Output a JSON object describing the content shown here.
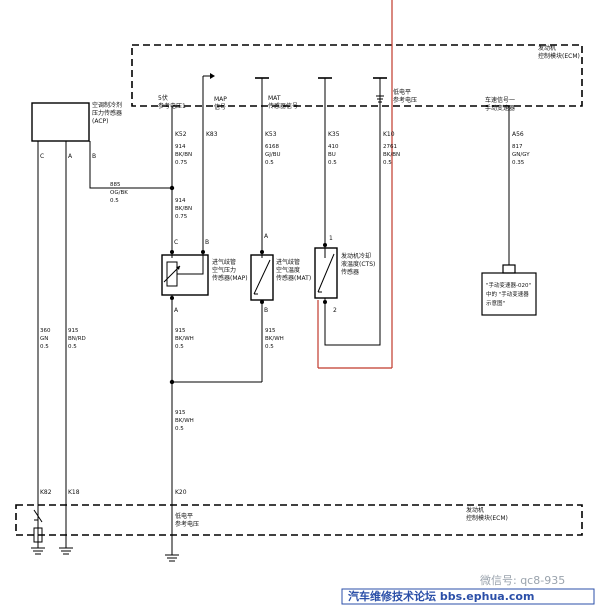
{
  "ecm_top": {
    "line1": "发动机",
    "line2": "控制模块(ECM)"
  },
  "ecm_bottom": {
    "line1": "发动机",
    "line2": "控制模块(ECM)"
  },
  "acp": {
    "line1": "空调制冷剂",
    "line2": "压力传感器",
    "line3": "(ACP)",
    "pin_c": "C",
    "pin_a": "A",
    "pin_b": "B"
  },
  "ref5v": {
    "line1": "5伏",
    "line2": "参考电压1"
  },
  "map_signal": {
    "line1": "MAP",
    "line2": "信号"
  },
  "mat_signal": {
    "line1": "MAT",
    "line2": "传感器信号"
  },
  "low_ref_top": {
    "line1": "低电平",
    "line2": "参考电压"
  },
  "vss": {
    "line1": "车速信号一",
    "line2": "手动变速器"
  },
  "pins_top": {
    "k52": "K52",
    "k83": "K83",
    "k53": "K53",
    "k35": "K35",
    "k10": "K10",
    "a56": "A56"
  },
  "wire_914_top": {
    "num": "914",
    "color": "BK/BN",
    "size": "0.75"
  },
  "wire_6168": {
    "num": "6168",
    "color": "GJ/BU",
    "size": "0.5"
  },
  "wire_410": {
    "num": "410",
    "color": "BU",
    "size": "0.5"
  },
  "wire_2761": {
    "num": "2761",
    "color": "BK/BN",
    "size": "0.5"
  },
  "wire_817": {
    "num": "817",
    "color": "GN/GY",
    "size": "0.35"
  },
  "wire_885": {
    "num": "885",
    "color": "OG/BK",
    "size": "0.5"
  },
  "wire_914_mid": {
    "num": "914",
    "color": "BK/BN",
    "size": "0.75"
  },
  "map_sensor": {
    "line1": "进气歧管",
    "line2": "空气压力",
    "line3": "传感器(MAP)",
    "pin_c": "C",
    "pin_b": "B",
    "pin_a": "A"
  },
  "mat_sensor": {
    "line1": "进气歧管",
    "line2": "空气温度",
    "line3": "传感器(MAT)",
    "pin_a": "A",
    "pin_b": "B"
  },
  "cts_sensor": {
    "line1": "发动机冷却",
    "line2": "液温度(CTS)",
    "line3": "传感器",
    "pin_1": "1",
    "pin_2": "2"
  },
  "trans_ref": {
    "line1": "\"手动变速器-020\"",
    "line2": "中的 \"手动变速器",
    "line3": "示意图\""
  },
  "wire_915_a": {
    "num": "915",
    "color": "BK/WH",
    "size": "0.5"
  },
  "wire_915_b": {
    "num": "915",
    "color": "BK/WH",
    "size": "0.5"
  },
  "wire_915_c": {
    "num": "915",
    "color": "BK/WH",
    "size": "0.5"
  },
  "wire_360": {
    "num": "360",
    "color": "GN",
    "size": "0.5"
  },
  "wire_915_rd": {
    "num": "915",
    "color": "BN/RD",
    "size": "0.5"
  },
  "pins_bottom": {
    "k82": "K82",
    "k18": "K18",
    "k20": "K20"
  },
  "low_ref_bottom": {
    "line1": "低电平",
    "line2": "参考电压"
  },
  "watermark": {
    "wechat": "微信号: qc8-935",
    "forum": "汽车维修技术论坛 bbs.ephua.com"
  },
  "colors": {
    "line": "#000000",
    "red_marker": "#c0392b",
    "watermark_blue": "#2b4fa8"
  }
}
